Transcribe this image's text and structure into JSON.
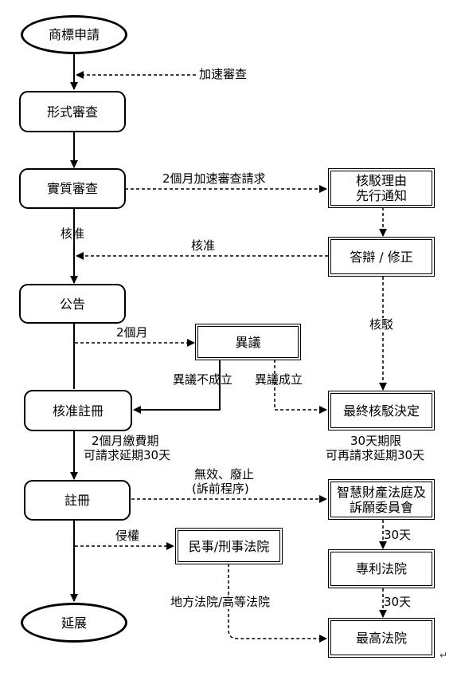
{
  "nodes": {
    "apply": "商標申請",
    "formal": "形式審查",
    "substantive": "實質審查",
    "notice_reasons": "核駁理由\n先行通知",
    "reply": "答辯 / 修正",
    "publication": "公告",
    "opposition": "異議",
    "registration_approved": "核准註冊",
    "final_decision": "最終核駁決定",
    "registered": "註冊",
    "ip_court": "智慧財產法庭及\n訴願委員會",
    "civil_court": "民事/刑事法院",
    "patent_court": "專利法院",
    "renewal": "延展",
    "supreme_court": "最高法院"
  },
  "labels": {
    "expedite": "加速審查",
    "expedite_request": "2個月加速審查請求",
    "approve_left": "核准",
    "approve_right": "核准",
    "reject": "核駁",
    "two_months": "2個月",
    "opp_fail": "異議不成立",
    "opp_success": "異議成立",
    "fee_line1": "2個月繳費期",
    "fee_line2": "可請求延期30天",
    "limit_line1": "30天期限",
    "limit_line2": "可再請求延期30天",
    "invalid_line1": "無效、廢止",
    "invalid_line2": "(訴前程序)",
    "infringe": "侵權",
    "days_a": "30天",
    "days_b": "30天",
    "courts": "地方法院/高等法院",
    "para_mark": "↵"
  }
}
